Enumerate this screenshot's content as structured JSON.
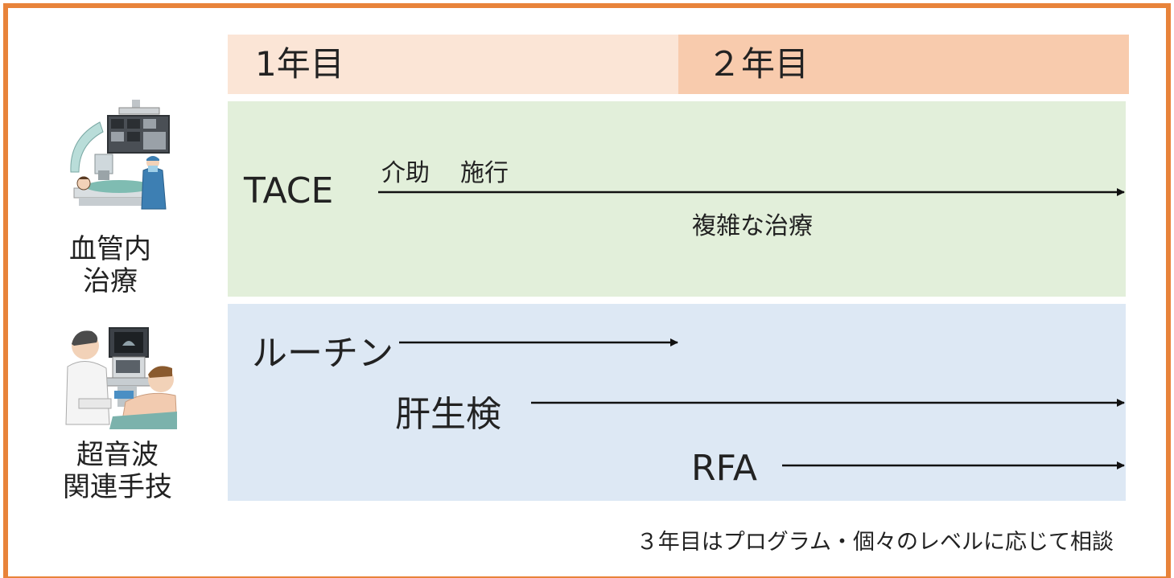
{
  "header": {
    "year1_label": "1年目",
    "year2_label": "２年目"
  },
  "rows": {
    "vascular": {
      "category_line1": "血管内",
      "category_line2": "治療",
      "icon": "angiography-room-icon",
      "item_label": "TACE",
      "stage_labels": [
        "介助",
        "施行"
      ],
      "advanced_label": "複雑な治療",
      "color": "#E2EFDA"
    },
    "ultrasound": {
      "category_line1": "超音波",
      "category_line2": "関連手技",
      "icon": "ultrasound-exam-icon",
      "items": [
        {
          "label": "ルーチン"
        },
        {
          "label": "肝生検"
        },
        {
          "label": "RFA"
        }
      ],
      "color": "#DDE8F4"
    }
  },
  "footnote": "３年目はプログラム・個々のレベルに応じて相談",
  "colors": {
    "border": "#E8833A",
    "year1": "#FBE5D6",
    "year2": "#F8CBAD",
    "arrow": "#111111"
  }
}
